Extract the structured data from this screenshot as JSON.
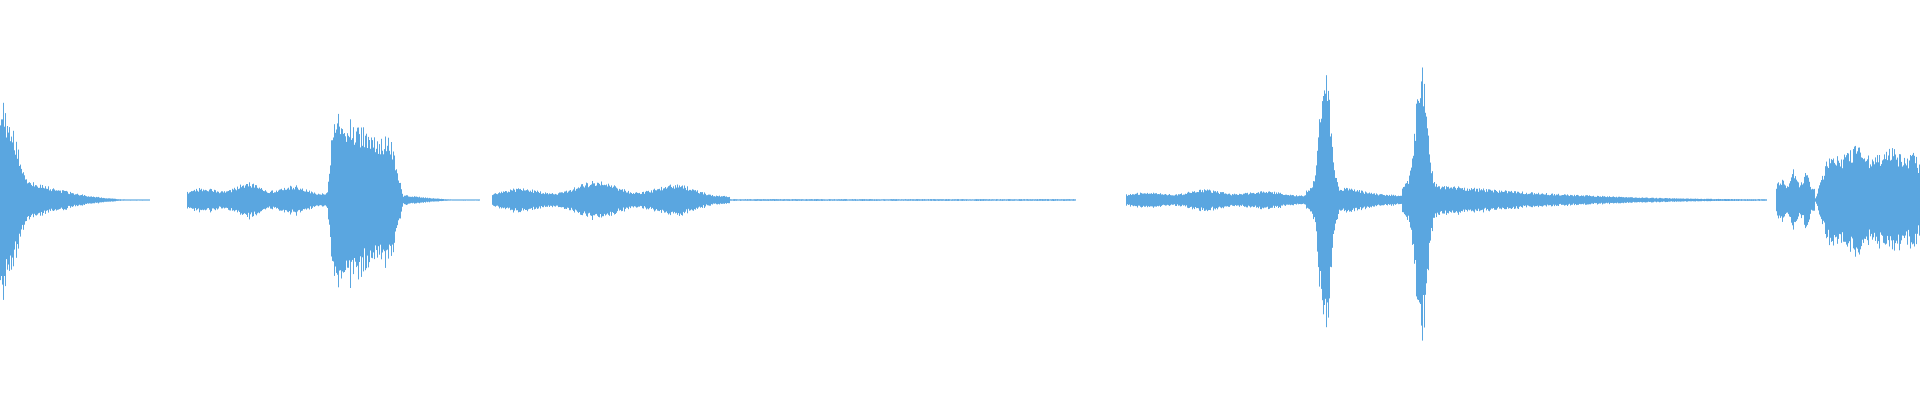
{
  "waveform": {
    "color": "#5aa6e0",
    "background": "#ffffff",
    "peak_amplitude": 1.0,
    "segments": [
      {
        "start": 0.0,
        "end": 0.013,
        "peak": 0.6,
        "decay_to": 0.12,
        "shape": "sharp-attack"
      },
      {
        "start": 0.013,
        "end": 0.078,
        "peak": 0.12,
        "decay_to": 0.0,
        "shape": "decay"
      },
      {
        "start": 0.097,
        "end": 0.17,
        "peak": 0.1,
        "decay_to": 0.06,
        "shape": "swell"
      },
      {
        "start": 0.17,
        "end": 0.21,
        "peak": 0.58,
        "decay_to": 0.05,
        "shape": "burst"
      },
      {
        "start": 0.21,
        "end": 0.25,
        "peak": 0.03,
        "decay_to": 0.0,
        "shape": "decay"
      },
      {
        "start": 0.256,
        "end": 0.38,
        "peak": 0.11,
        "decay_to": 0.01,
        "shape": "swell"
      },
      {
        "start": 0.38,
        "end": 0.56,
        "peak": 0.005,
        "decay_to": 0.005,
        "shape": "flat"
      },
      {
        "start": 0.586,
        "end": 0.68,
        "peak": 0.06,
        "decay_to": 0.05,
        "shape": "swell"
      },
      {
        "start": 0.68,
        "end": 0.7,
        "peak": 0.75,
        "decay_to": 0.05,
        "shape": "spike"
      },
      {
        "start": 0.7,
        "end": 0.73,
        "peak": 0.05,
        "decay_to": 0.03,
        "shape": "decay"
      },
      {
        "start": 0.73,
        "end": 0.75,
        "peak": 0.75,
        "decay_to": 0.08,
        "shape": "spike"
      },
      {
        "start": 0.75,
        "end": 0.92,
        "peak": 0.08,
        "decay_to": 0.005,
        "shape": "decay"
      },
      {
        "start": 0.925,
        "end": 0.945,
        "peak": 0.18,
        "decay_to": 0.1,
        "shape": "swell"
      },
      {
        "start": 0.945,
        "end": 1.0,
        "peak": 0.3,
        "decay_to": 0.25,
        "shape": "sustain"
      }
    ]
  }
}
